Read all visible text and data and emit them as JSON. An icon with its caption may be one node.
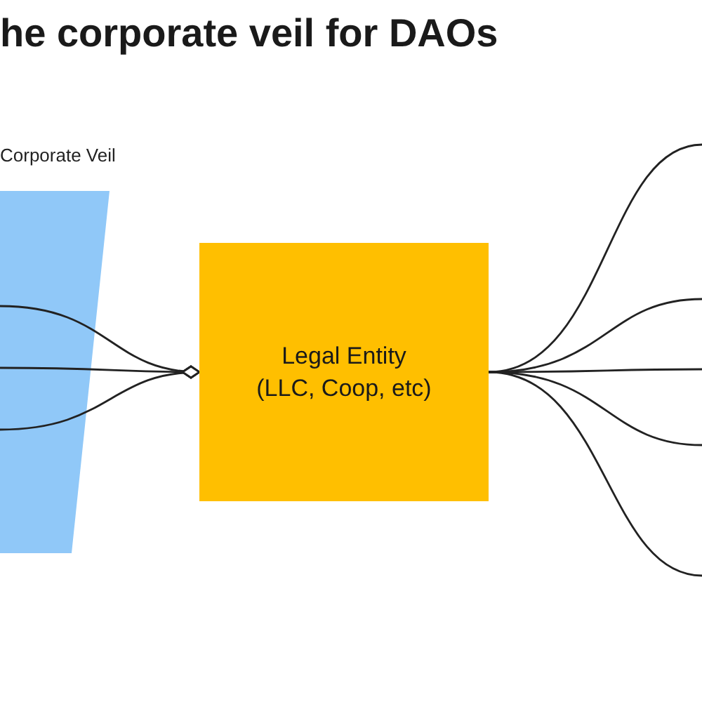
{
  "diagram": {
    "title": "he corporate veil for DAOs",
    "nodes": [
      {
        "text": [
          "Corporate Veil"
        ]
      },
      {
        "text": [
          "Legal Entity (LLC, Coop, etc)"
        ]
      }
    ],
    "edges": [
      {
        "from": 0,
        "to": 1,
        "arrow": "other"
      },
      {
        "from": 0,
        "to": 1,
        "arrow": "other"
      },
      {
        "from": 0,
        "to": 1,
        "arrow": "other"
      },
      {
        "from": 1,
        "to": null,
        "arrow": "none"
      },
      {
        "from": 1,
        "to": null,
        "arrow": "none"
      },
      {
        "from": 1,
        "to": null,
        "arrow": "none"
      },
      {
        "from": 1,
        "to": null,
        "arrow": "none"
      },
      {
        "from": 1,
        "to": null,
        "arrow": "none"
      }
    ]
  }
}
